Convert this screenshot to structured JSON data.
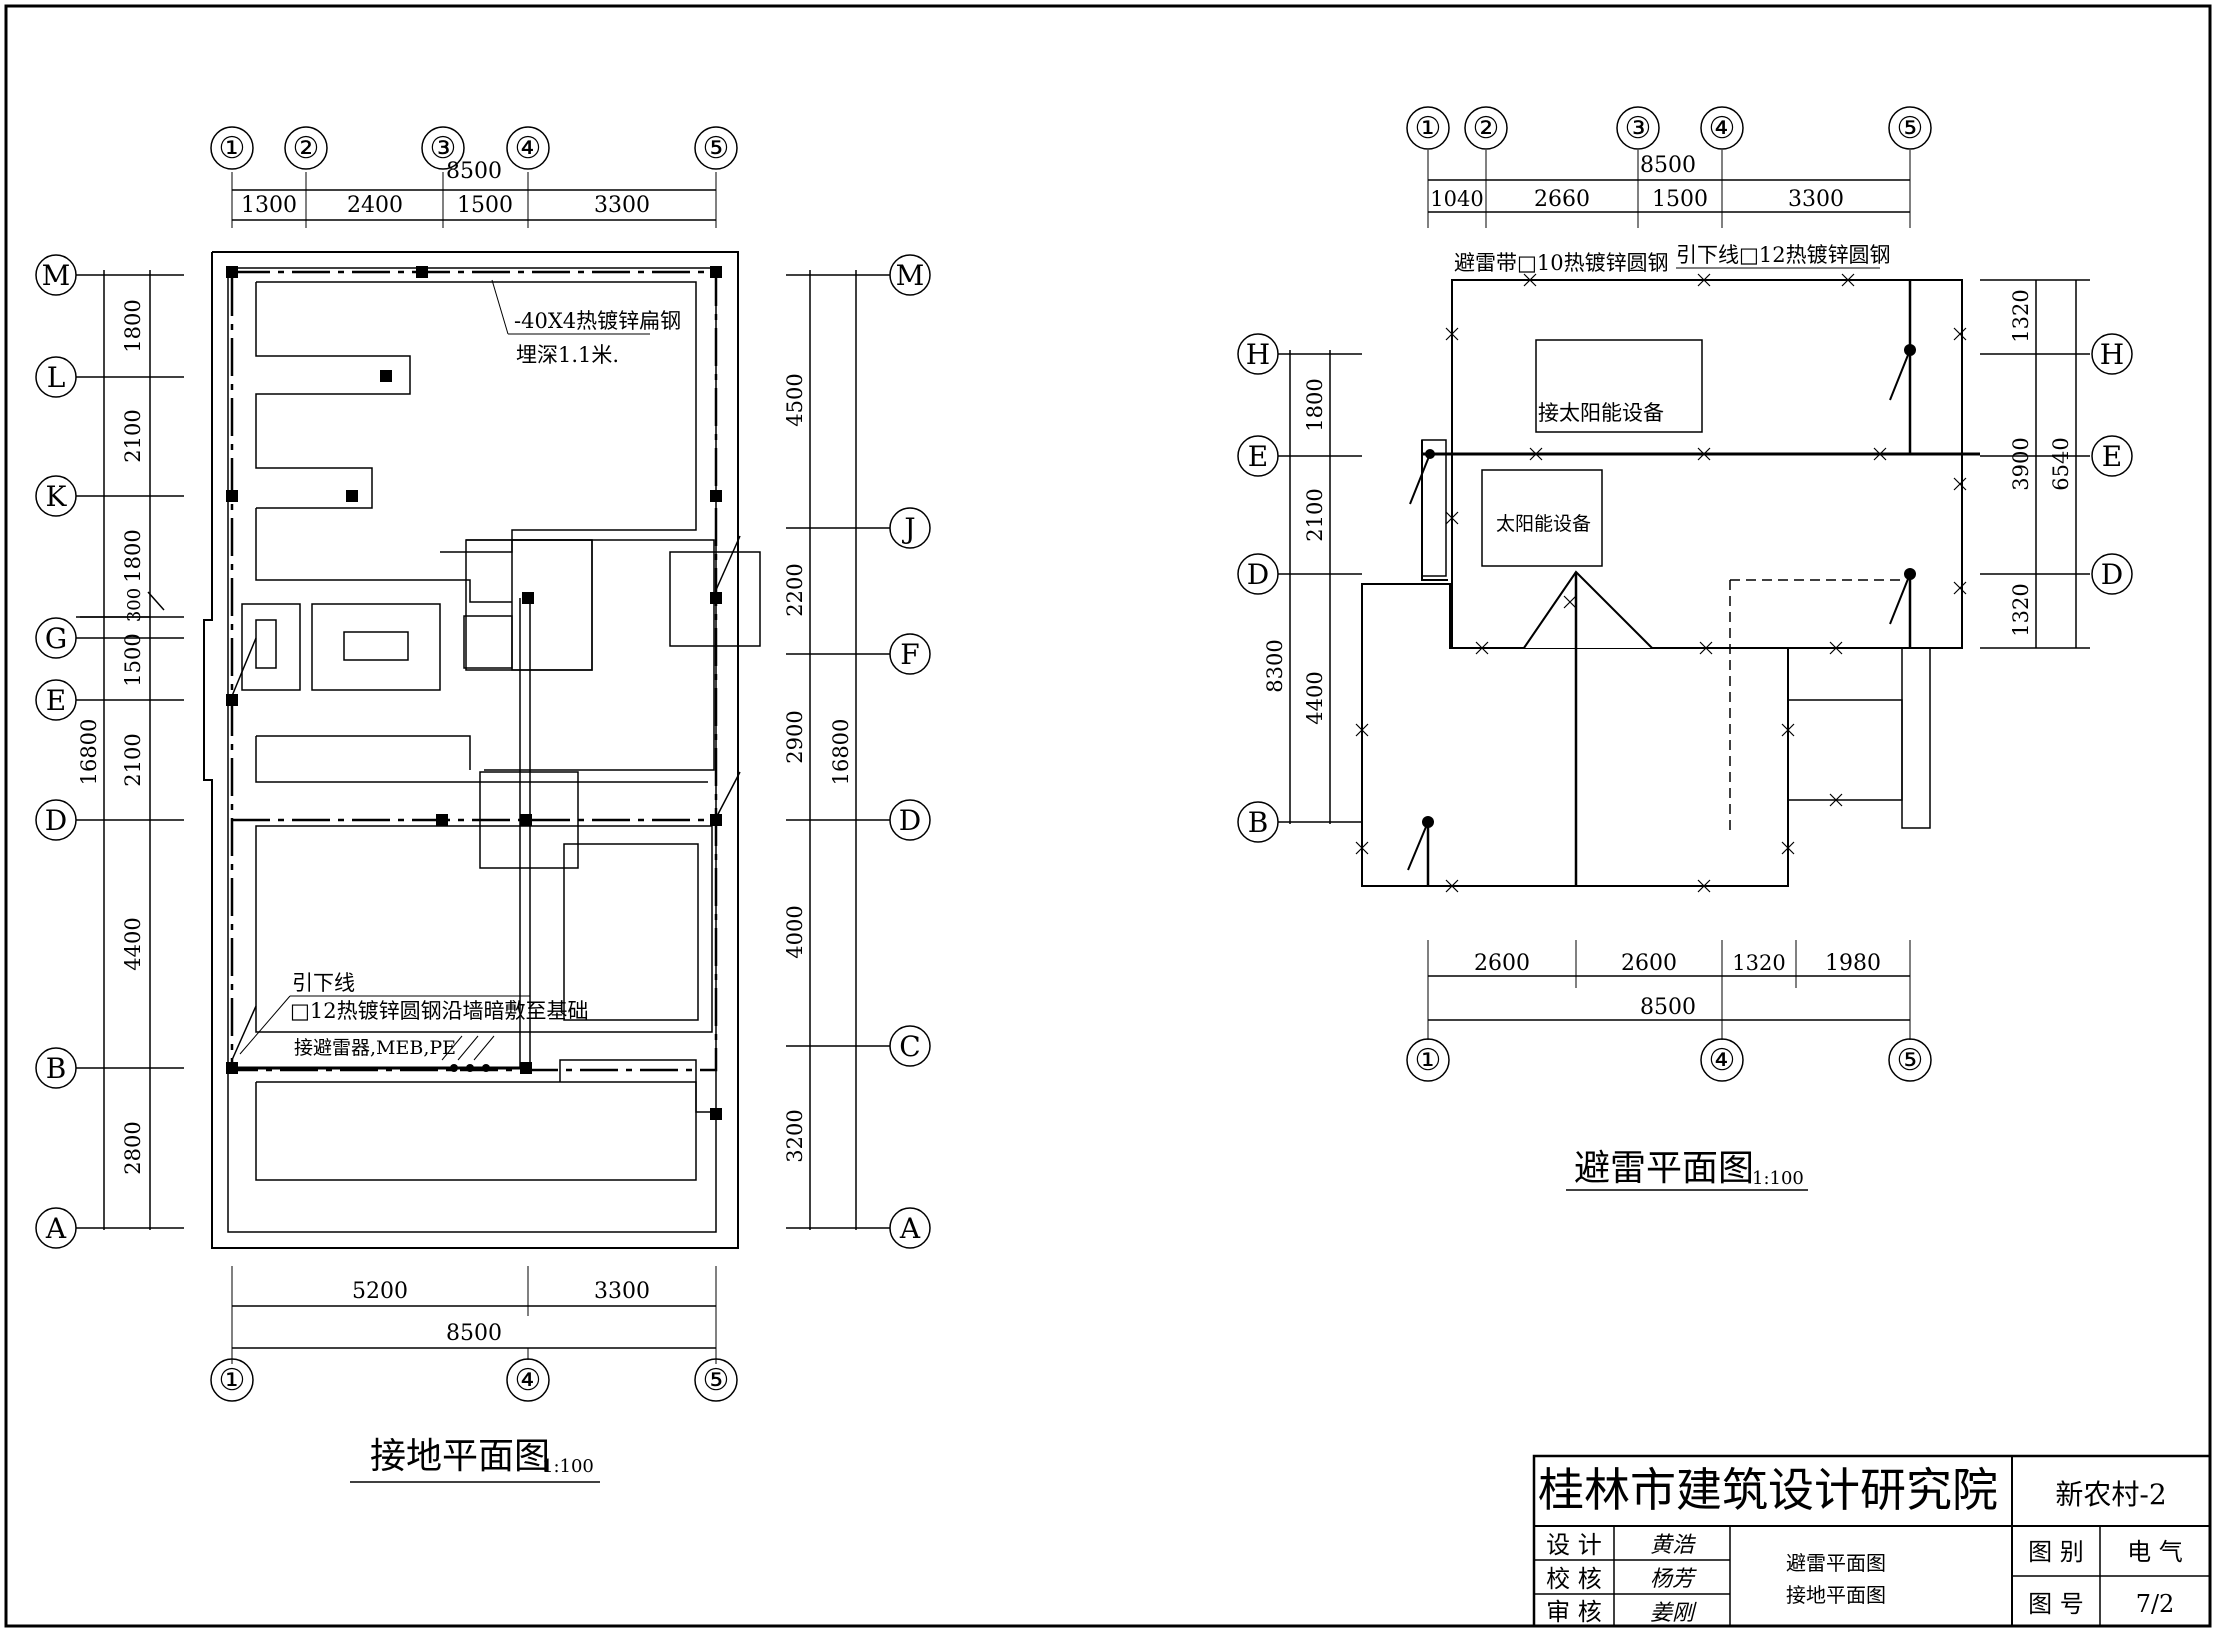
{
  "grounding_plan": {
    "title": "接地平面图",
    "scale": "1:100",
    "col_labels": [
      "①",
      "②",
      "③",
      "④",
      "⑤"
    ],
    "top_dims": [
      "1300",
      "2400",
      "1500",
      "3300"
    ],
    "top_total": "8500",
    "bottom_dims": [
      "5200",
      "3300"
    ],
    "bottom_total": "8500",
    "bottom_col_labels": [
      "①",
      "④",
      "⑤"
    ],
    "left_rows": [
      "M",
      "L",
      "K",
      "G",
      "E",
      "D",
      "B",
      "A"
    ],
    "left_dims": [
      "1800",
      "2100",
      "1800",
      "300",
      "1500",
      "2100",
      "4400",
      "2800"
    ],
    "left_total": "16800",
    "right_rows": [
      "M",
      "J",
      "F",
      "D",
      "C",
      "A"
    ],
    "right_dims": [
      "4500",
      "2200",
      "2900",
      "4000",
      "3200"
    ],
    "right_total": "16800",
    "note_steel": "-40X4热镀锌扁钢",
    "note_depth": "埋深1.1米.",
    "note_down": "引下线",
    "note_down2": "□12热镀锌圆钢沿墙暗敷至基础",
    "note_arrester": "接避雷器,MEB,PE"
  },
  "lightning_plan": {
    "title": "避雷平面图",
    "scale": "1:100",
    "col_labels": [
      "①",
      "②",
      "③",
      "④",
      "⑤"
    ],
    "top_dims": [
      "1040",
      "2660",
      "1500",
      "3300"
    ],
    "top_total": "8500",
    "bottom_dims": [
      "2600",
      "2600",
      "1320",
      "1980"
    ],
    "bottom_total": "8500",
    "bottom_col_labels": [
      "①",
      "④",
      "⑤"
    ],
    "left_rows": [
      "H",
      "E",
      "D",
      "B"
    ],
    "left_dims": [
      "1800",
      "2100",
      "4400"
    ],
    "left_total": "8300",
    "right_rows": [
      "H",
      "E",
      "D"
    ],
    "right_dims": [
      "1320",
      "3900",
      "1320"
    ],
    "right_total": "6540",
    "note_belt": "避雷带□10热镀锌圆钢",
    "note_down": "引下线□12热镀锌圆钢",
    "note_solar_conn": "接太阳能设备",
    "note_solar": "太阳能设备"
  },
  "title_block": {
    "institute": "桂林市建筑设计研究院",
    "project": "新农村-2",
    "rows": [
      {
        "label": "设 计",
        "sign": "黄浩"
      },
      {
        "label": "校 核",
        "sign": "杨芳"
      },
      {
        "label": "审 核",
        "sign": "姜刚"
      }
    ],
    "drawing_names": [
      "避雷平面图",
      "接地平面图"
    ],
    "category_label": "图 别",
    "category": "电 气",
    "number_label": "图 号",
    "number": "7/2"
  }
}
